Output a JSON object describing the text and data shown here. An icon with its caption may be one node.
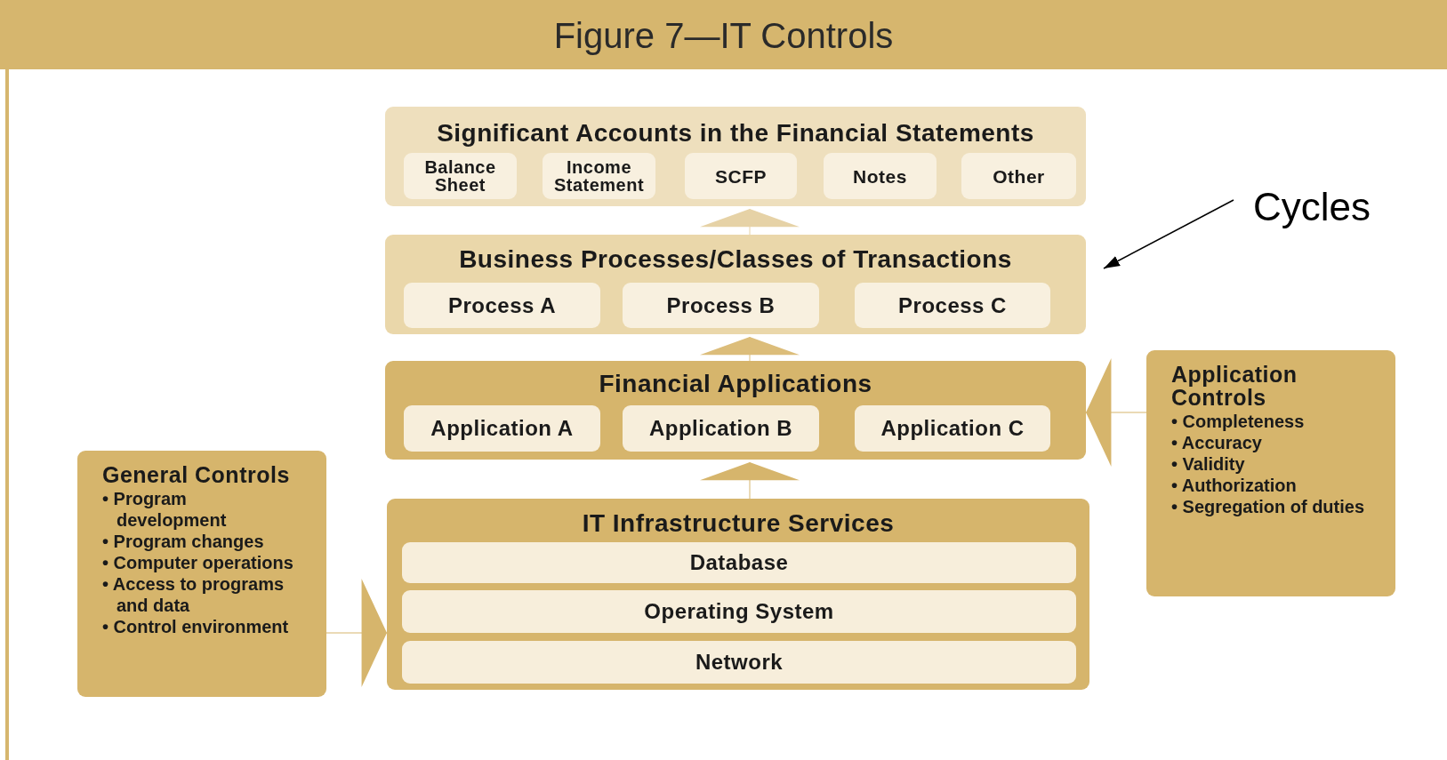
{
  "diagram": {
    "title": "Figure 7—IT Controls",
    "nodes": [
      {
        "text": [
          "Significant Accounts in the Financial Statements"
        ]
      },
      {
        "text": [
          "Balance Sheet"
        ],
        "in": 0
      },
      {
        "text": [
          "Income Statement"
        ],
        "in": 0
      },
      {
        "text": [
          "SCFP"
        ],
        "in": 0
      },
      {
        "text": [
          "Notes"
        ],
        "in": 0
      },
      {
        "text": [
          "Other"
        ],
        "in": 0
      },
      {
        "text": [
          "Business Processes/Classes of Transactions"
        ]
      },
      {
        "text": [
          "Process A"
        ],
        "in": 6
      },
      {
        "text": [
          "Process B"
        ],
        "in": 6
      },
      {
        "text": [
          "Process C"
        ],
        "in": 6
      },
      {
        "text": [
          "Financial Applications"
        ]
      },
      {
        "text": [
          "Application A"
        ],
        "in": 10
      },
      {
        "text": [
          "Application B"
        ],
        "in": 10
      },
      {
        "text": [
          "Application C"
        ],
        "in": 10
      },
      {
        "text": [
          "IT Infrastructure Services"
        ]
      },
      {
        "text": [
          "Database"
        ],
        "in": 14
      },
      {
        "text": [
          "Operating System"
        ],
        "in": 14
      },
      {
        "text": [
          "Network"
        ],
        "in": 14
      },
      {
        "text": [
          "General Controls",
          "• Program development",
          "• Program changes",
          "• Computer operations",
          "• Access to programs and data",
          "• Control environment"
        ]
      },
      {
        "text": [
          "Application Controls",
          "• Completeness",
          "• Accuracy",
          "• Validity",
          "• Authorization",
          "• Segregation of duties"
        ]
      },
      {
        "text": [
          "Cycles"
        ]
      }
    ],
    "edges": [
      {
        "from": 6,
        "to": 0,
        "arrow": "to"
      },
      {
        "from": 10,
        "to": 6,
        "arrow": "to"
      },
      {
        "from": 14,
        "to": 10,
        "arrow": "to"
      },
      {
        "from": 18,
        "to": 14,
        "arrow": "to"
      },
      {
        "from": 19,
        "to": 10,
        "arrow": "to"
      },
      {
        "from": 20,
        "to": 6,
        "arrow": "to",
        "color": "#000000"
      }
    ]
  }
}
